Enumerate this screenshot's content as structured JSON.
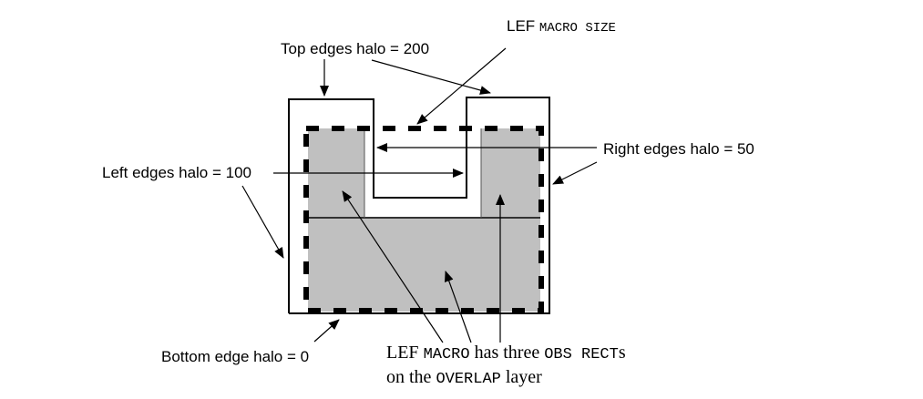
{
  "labels": {
    "macro_size_prefix": "LEF",
    "macro_size_keyword": "MACRO SIZE",
    "top_halo": "Top edges halo = 200",
    "right_halo": "Right edges halo = 50",
    "left_halo": "Left edges halo = 100",
    "bottom_halo": "Bottom edge halo = 0",
    "obs_line1": {
      "p1": "LEF",
      "k1": "MACRO",
      "p2": "has three",
      "k2": "OBS RECT",
      "p3": "s"
    },
    "obs_line2": {
      "p1": "on the",
      "k1": "OVERLAP",
      "p2": "layer"
    }
  },
  "colors": {
    "obs_fill": "#c0c0c0",
    "stroke": "#000000"
  }
}
